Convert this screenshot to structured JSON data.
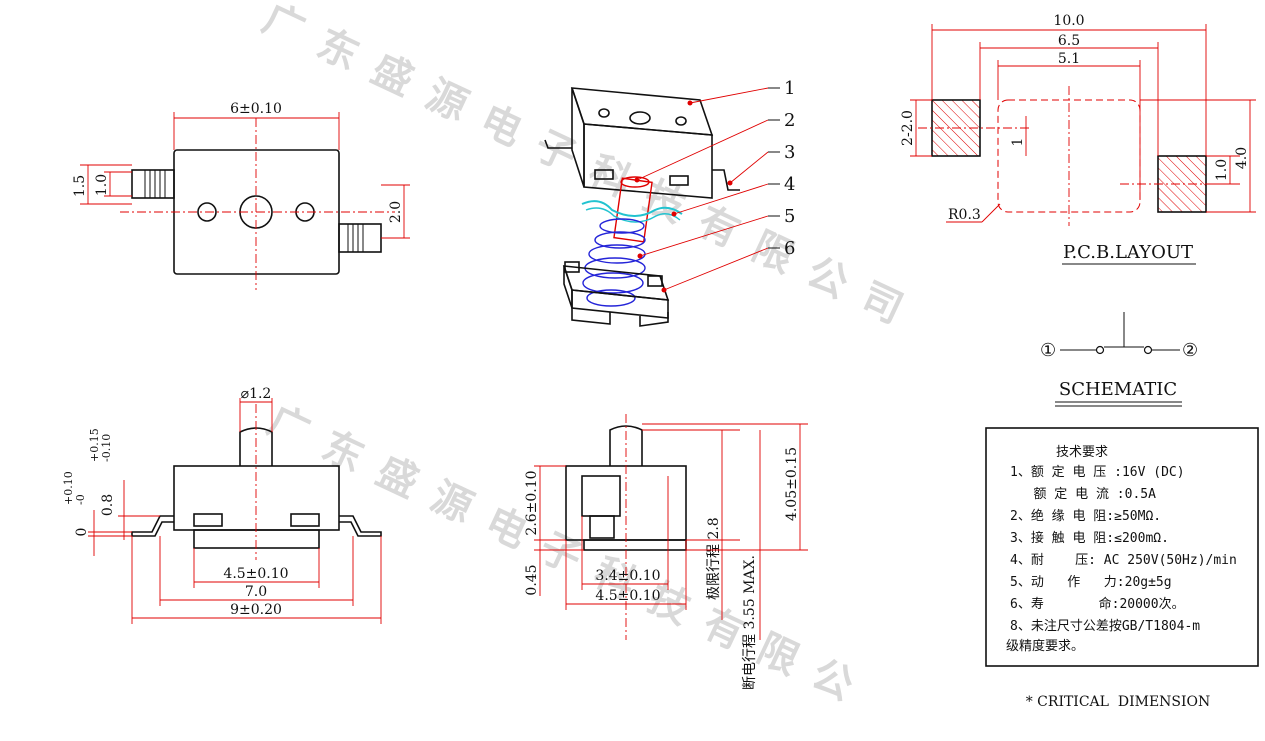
{
  "watermark": {
    "chars_row1": [
      "广",
      "东",
      "盛",
      "源",
      "电",
      "子",
      "科",
      "技",
      "有",
      "限",
      "公",
      "司"
    ],
    "chars_row2": [
      "广",
      "东",
      "盛",
      "源",
      "电",
      "子",
      "科",
      "技",
      "有",
      "限",
      "公"
    ]
  },
  "top_view": {
    "width_dim": "6±0.10",
    "left_dim_outer": "1.5",
    "left_dim_inner": "1.0",
    "right_dim": "2.0"
  },
  "exploded": {
    "callouts": [
      "1",
      "2",
      "3",
      "4",
      "5",
      "6"
    ]
  },
  "pcb": {
    "dim_total": "10.0",
    "dim_mid": "6.5",
    "dim_inner": "5.1",
    "dim_left_height": "2-2.0",
    "dim_small": "1",
    "dim_pad_height": "1.0",
    "dim_height": "4.0",
    "radius": "R0.3",
    "title": "P.C.B.LAYOUT"
  },
  "schematic": {
    "terminal1": "①",
    "terminal2": "②",
    "title": "SCHEMATIC"
  },
  "front_view": {
    "diam": "⌀1.2",
    "dim_a": "4.5±0.10",
    "dim_b": "7.0",
    "dim_c": "9±0.20",
    "tol_left_base": "0",
    "tol_left_up": "+0.10",
    "tol_left_down": "-0",
    "tol_mid_base": "0.8",
    "tol_mid_up": "+0.15",
    "tol_mid_down": "-0.10"
  },
  "side_view": {
    "dim_height": "2.6±0.10",
    "dim_base": "0.45",
    "dim_a": "3.4±0.10",
    "dim_b": "4.5±0.10",
    "dim_total": "4.05±0.15",
    "stroke_limit": "极限行程 2.8",
    "stroke_break": "断电行程 3.55 MAX."
  },
  "specs": {
    "title": "技术要求",
    "lines": [
      "1、额 定 电 压 :16V (DC)",
      "   额 定 电 流 :0.5A",
      "2、绝 缘 电 阻:≥50MΩ.",
      "3、接 触 电 阻:≤200mΩ.",
      "4、耐    压: AC 250V(50Hz)/min",
      "5、动   作   力:20g±5g",
      "6、寿       命:20000次。",
      "8、未注尺寸公差按GB/T1804-m",
      "级精度要求。"
    ]
  },
  "note": "* CRITICAL  DIMENSION"
}
